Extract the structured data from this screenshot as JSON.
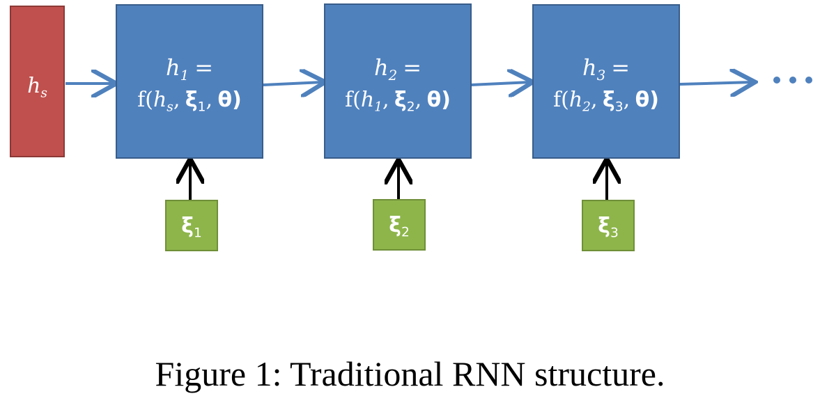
{
  "diagram": {
    "state": {
      "sym": "h",
      "sub": "s"
    },
    "cells": [
      {
        "h_sym": "h",
        "h_sub": "1",
        "eq": "=",
        "f": "f(",
        "arg1_sym": "h",
        "arg1_sub": "s",
        "comma": ",",
        "xi": "ξ",
        "xi_sub": "1",
        "theta": "θ)"
      },
      {
        "h_sym": "h",
        "h_sub": "2",
        "eq": "=",
        "f": "f(",
        "arg1_sym": "h",
        "arg1_sub": "1",
        "comma": ",",
        "xi": "ξ",
        "xi_sub": "2",
        "theta": "θ)"
      },
      {
        "h_sym": "h",
        "h_sub": "3",
        "eq": "=",
        "f": "f(",
        "arg1_sym": "h",
        "arg1_sub": "2",
        "comma": ",",
        "xi": "ξ",
        "xi_sub": "3",
        "theta": "θ)"
      }
    ],
    "inputs": [
      {
        "sym": "ξ",
        "sub": "1"
      },
      {
        "sym": "ξ",
        "sub": "2"
      },
      {
        "sym": "ξ",
        "sub": "3"
      }
    ],
    "colors": {
      "state": "#c0504d",
      "cell": "#4f81bd",
      "input": "#8db54a",
      "flow_arrow": "#4f81bd",
      "input_arrow": "#000000"
    }
  },
  "caption": "Figure 1: Traditional RNN structure."
}
